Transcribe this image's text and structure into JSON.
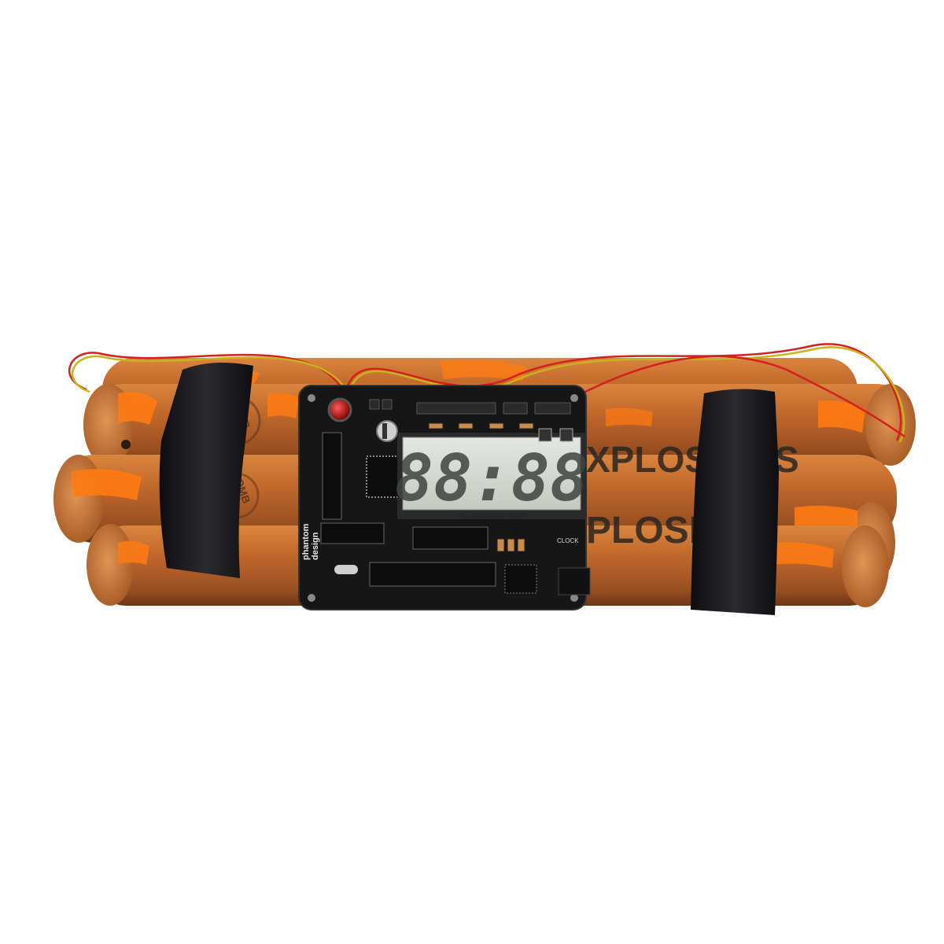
{
  "scene": {
    "subject": "dynamite-bundle-with-timer",
    "colors": {
      "stick": "#c2692c",
      "stick_light": "#e07a2e",
      "paint_orange": "#ff7a12",
      "tape": "#1d1d1f",
      "pcb": "#161616",
      "lcd": "#d9dcd6",
      "wire_red": "#d42020",
      "wire_yellow": "#c8b31c"
    }
  },
  "sticks": {
    "label_upper": "XPLOSI",
    "label_upper_end": "S",
    "label_lower": "PLOSI",
    "seal_text": "BOMB"
  },
  "timer": {
    "display": "88:88",
    "label": "COUNTDOWN TIMER",
    "clock_label": "CLOCK",
    "brand_line1": "phantom",
    "brand_line2": "design"
  }
}
